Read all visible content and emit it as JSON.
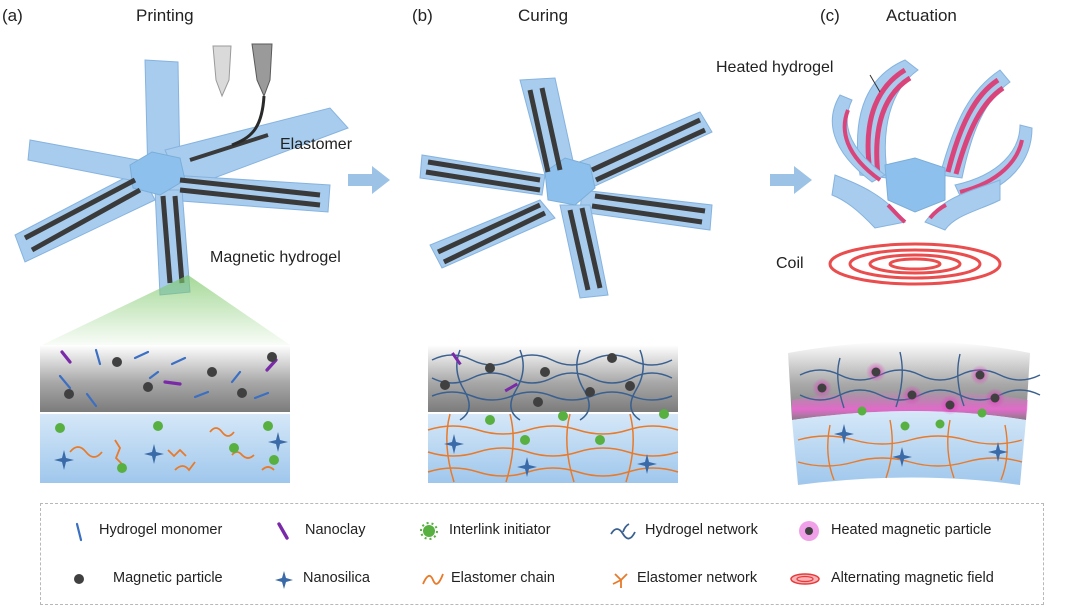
{
  "panels": [
    {
      "tag": "(a)",
      "title": "Printing"
    },
    {
      "tag": "(b)",
      "title": "Curing"
    },
    {
      "tag": "(c)",
      "title": "Actuation"
    }
  ],
  "labels": {
    "elastomer": "Elastomer",
    "magnetic_hydrogel": "Magnetic hydrogel",
    "heated_hydrogel": "Heated hydrogel",
    "coil": "Coil"
  },
  "legend": [
    {
      "icon": "hydrogel-monomer-icon",
      "label": "Hydrogel monomer"
    },
    {
      "icon": "nanoclay-icon",
      "label": "Nanoclay"
    },
    {
      "icon": "interlink-initiator-icon",
      "label": "Interlink initiator"
    },
    {
      "icon": "hydrogel-network-icon",
      "label": "Hydrogel network"
    },
    {
      "icon": "heated-magnetic-particle-icon",
      "label": "Heated magnetic particle"
    },
    {
      "icon": "magnetic-particle-icon",
      "label": "Magnetic particle"
    },
    {
      "icon": "nanosilica-icon",
      "label": "Nanosilica"
    },
    {
      "icon": "elastomer-chain-icon",
      "label": "Elastomer chain"
    },
    {
      "icon": "elastomer-network-icon",
      "label": "Elastomer network"
    },
    {
      "icon": "alternating-magnetic-field-icon",
      "label": "Alternating magnetic field"
    }
  ],
  "colors": {
    "elastomer_body": "#9cc4ea",
    "hydrogel_stripe": "#3c3c3c",
    "heated_stripe": "#d9457a",
    "coil": "#e83a3a",
    "hydrogel_layer": "#8a8a8a",
    "elastomer_layer": "#a9cdee",
    "monomer": "#3a6fc4",
    "nanoclay": "#7a2aa8",
    "initiator": "#58b040",
    "elastomer_chain": "#e87a2a",
    "network": "#3a6090",
    "heat_glow": "#e040c0"
  }
}
